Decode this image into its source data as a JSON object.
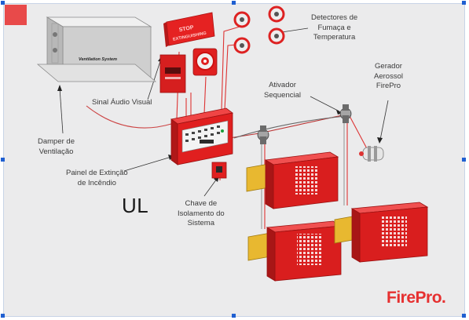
{
  "labels": {
    "damper": [
      "Damper de",
      "Ventilação"
    ],
    "sinal": [
      "Sinal Áudio Visual"
    ],
    "painel": [
      "Painel de Extinção",
      "de Incêndio"
    ],
    "chave": [
      "Chave de",
      "Isolamento do",
      "Sistema"
    ],
    "detectores": [
      "Detectores de",
      "Fumaça e",
      "Temperatura"
    ],
    "ativador": [
      "Ativador",
      "Sequencial"
    ],
    "gerador": [
      "Gerador",
      "Aerossol",
      "FirePro"
    ]
  },
  "ul_mark": "UL",
  "logo": {
    "text": "FirePro",
    "dot": "."
  },
  "damper_plate": "Ventilation System",
  "stop_sign": [
    "STOP",
    "EXTINGUISHING"
  ],
  "colors": {
    "accent_red": "#e52222",
    "logo_red": "#e63030",
    "frame_bg": "#ebebec",
    "handle_blue": "#1f5fd1"
  }
}
